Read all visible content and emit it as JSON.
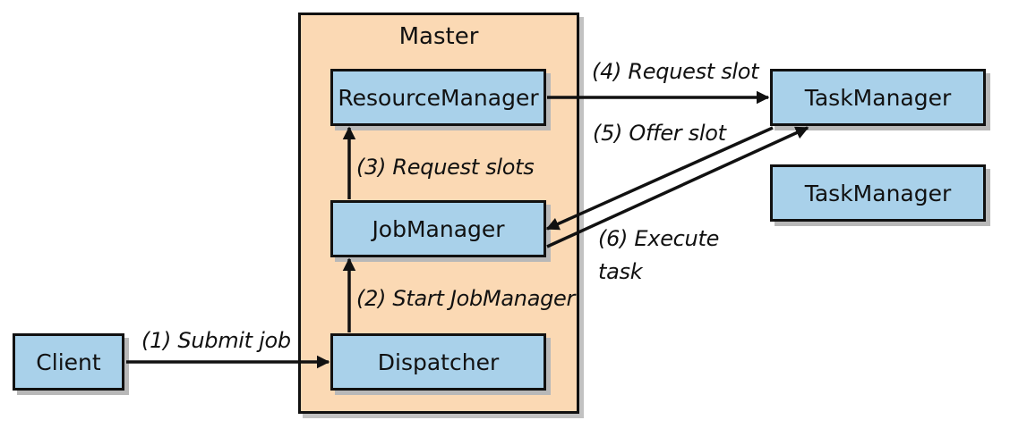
{
  "nodes": {
    "master": "Master",
    "resource_manager": "ResourceManager",
    "job_manager": "JobManager",
    "dispatcher": "Dispatcher",
    "client": "Client",
    "task_manager_1": "TaskManager",
    "task_manager_2": "TaskManager"
  },
  "edges": {
    "submit_job": "(1) Submit job",
    "start_job_manager": "(2) Start JobManager",
    "request_slots": "(3) Request slots",
    "request_slot": "(4) Request slot",
    "offer_slot": "(5) Offer slot",
    "execute_task_line1": "(6) Execute",
    "execute_task_line2": "task"
  },
  "colors": {
    "master_fill": "#fbd9b4",
    "component_fill": "#a9d1ea",
    "stroke": "#111111"
  }
}
